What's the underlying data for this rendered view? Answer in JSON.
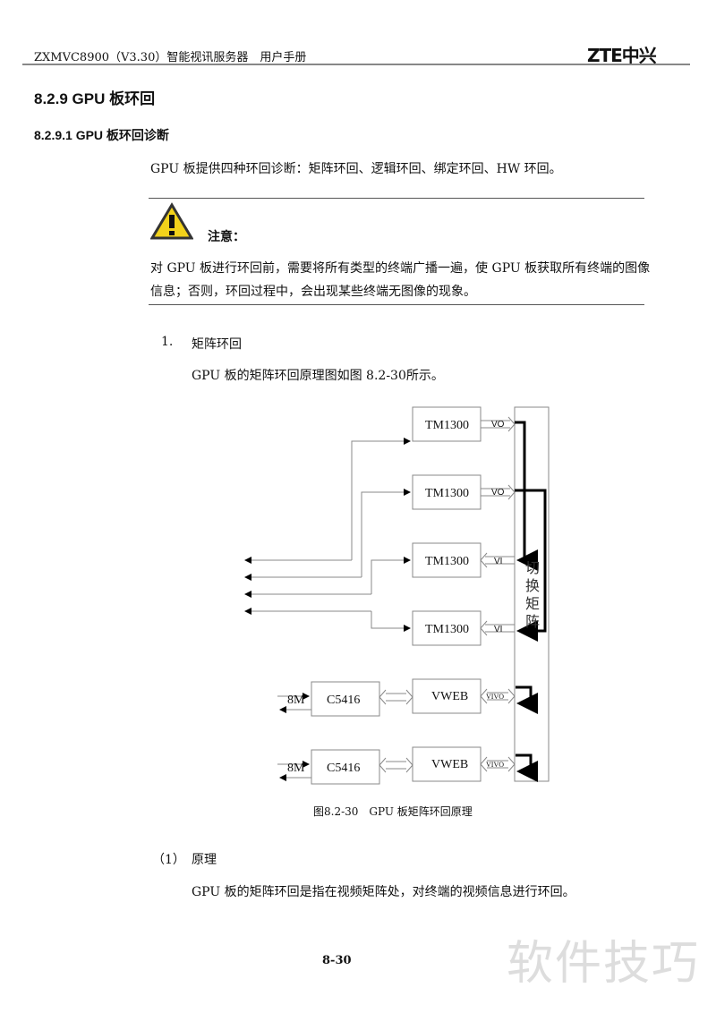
{
  "header": {
    "title": "ZXMVC8900（V3.30）智能视讯服务器　用户手册",
    "logo": "ZTE中兴"
  },
  "section": {
    "h1": "8.2.9 GPU 板环回",
    "h2": "8.2.9.1 GPU 板环回诊断",
    "intro": "GPU 板提供四种环回诊断：矩阵环回、逻辑环回、绑定环回、HW 环回。"
  },
  "note": {
    "label": "注意：",
    "text": "对 GPU 板进行环回前，需要将所有类型的终端广播一遍，使 GPU 板获取所有终端的图像信息；否则，环回过程中，会出现某些终端无图像的现象。"
  },
  "item1": {
    "num": "1.",
    "title": "矩阵环回",
    "text": "GPU 板的矩阵环回原理图如图 8.2-30所示。"
  },
  "diagram": {
    "tm": "TM1300",
    "vo": "VO",
    "vi": "VI",
    "vweb": "VWEB",
    "c5416": "C5416",
    "vivo": "VIVO",
    "m8": "8M",
    "matrix": [
      "切",
      "换",
      "矩",
      "阵"
    ]
  },
  "caption": "图8.2-30　GPU 板矩阵环回原理",
  "sub1": {
    "num": "（1）",
    "title": "原理",
    "text": "GPU 板的矩阵环回是指在视频矩阵处，对终端的视频信息进行环回。"
  },
  "page_number": "8-30",
  "watermark": "软件技巧"
}
